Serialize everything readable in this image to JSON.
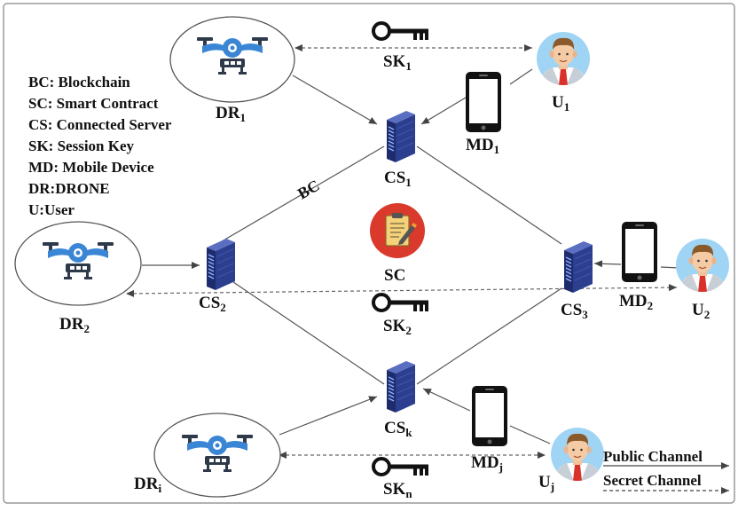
{
  "legend": [
    "BC: Blockchain",
    "SC: Smart Contract",
    "CS: Connected Server",
    "SK: Session Key",
    "MD: Mobile Device",
    "DR:DRONE",
    "U:User"
  ],
  "nodes": {
    "dr1": {
      "main": "DR",
      "sub": "1"
    },
    "dr2": {
      "main": "DR",
      "sub": "2"
    },
    "dri": {
      "main": "DR",
      "sub": "i"
    },
    "cs1": {
      "main": "CS",
      "sub": "1"
    },
    "cs2": {
      "main": "CS",
      "sub": "2"
    },
    "cs3": {
      "main": "CS",
      "sub": "3"
    },
    "csk": {
      "main": "CS",
      "sub": "k"
    },
    "md1": {
      "main": "MD",
      "sub": "1"
    },
    "md2": {
      "main": "MD",
      "sub": "2"
    },
    "mdj": {
      "main": "MD",
      "sub": "j"
    },
    "u1": {
      "main": "U",
      "sub": "1"
    },
    "u2": {
      "main": "U",
      "sub": "2"
    },
    "uj": {
      "main": "U",
      "sub": "j"
    },
    "sk1": {
      "main": "SK",
      "sub": "1"
    },
    "sk2": {
      "main": "SK",
      "sub": "2"
    },
    "skn": {
      "main": "SK",
      "sub": "n"
    },
    "sc": {
      "main": "SC"
    }
  },
  "bc_label": "BC",
  "channels": {
    "public": "Public Channel",
    "secret": "Secret Channel"
  },
  "colors": {
    "server": "#2c3f8f",
    "drone_blue": "#3a86d4",
    "drone_dark": "#2e3a4a",
    "user_bg": "#9fd4f5",
    "tie": "#d9322b",
    "sc_red": "#d93a2b",
    "line": "#555555"
  },
  "icons": [
    "drone-icon",
    "server-icon",
    "key-icon",
    "smartphone-icon",
    "user-avatar-icon",
    "smart-contract-icon"
  ]
}
